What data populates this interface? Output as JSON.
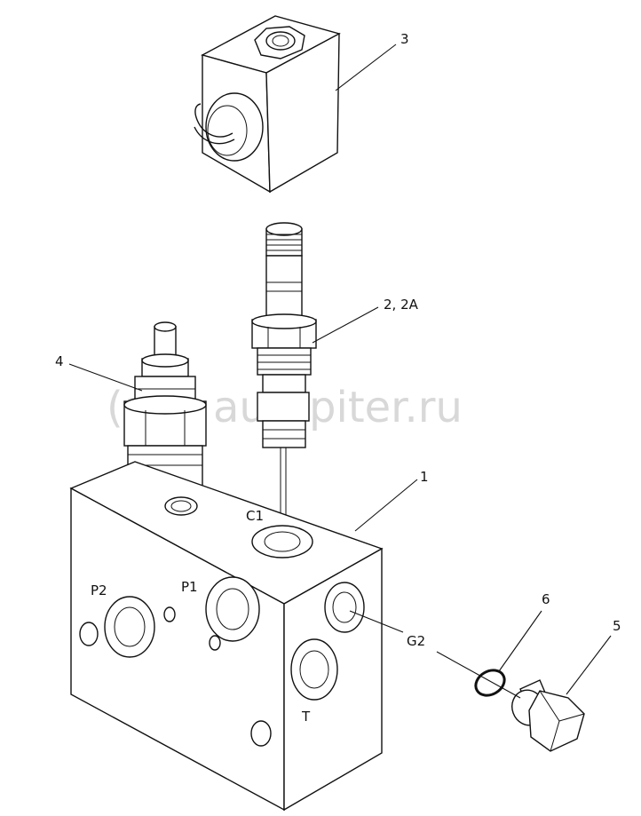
{
  "watermark": {
    "text": "autopiter.ru",
    "logo_text": "(a>"
  },
  "callouts": {
    "body": "1",
    "cartridge": "2, 2A",
    "coil": "3",
    "relief_valve": "4",
    "plug": "5",
    "o_ring": "6"
  },
  "ports": {
    "c1": "C1",
    "p1": "P1",
    "p2": "P2",
    "g2": "G2",
    "t": "T"
  }
}
